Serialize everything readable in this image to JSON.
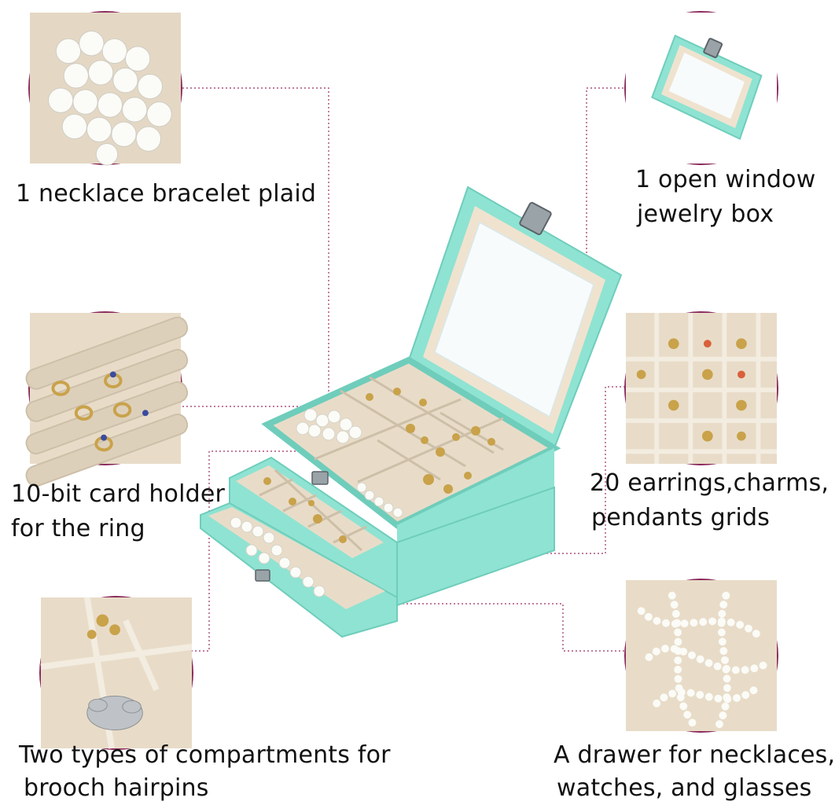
{
  "features": [
    {
      "id": "necklace-bracelet-plaid",
      "text": "1 necklace bracelet plaid"
    },
    {
      "id": "open-window-line1",
      "text": "1 open window"
    },
    {
      "id": "open-window-line2",
      "text": "jewelry box"
    },
    {
      "id": "ring-holder-line1",
      "text": "10-bit card holder"
    },
    {
      "id": "ring-holder-line2",
      "text": "for the ring"
    },
    {
      "id": "earring-grids-line1",
      "text": "20 earrings,charms,"
    },
    {
      "id": "earring-grids-line2",
      "text": "pendants grids"
    },
    {
      "id": "compartments-line1",
      "text": "Two types of compartments for"
    },
    {
      "id": "compartments-line2",
      "text": "brooch hairpins"
    },
    {
      "id": "drawer-line1",
      "text": "A drawer for necklaces,"
    },
    {
      "id": "drawer-line2",
      "text": "watches, and glasses"
    }
  ],
  "colors": {
    "box_teal": "#8fe3d2",
    "box_teal_dark": "#6fcdbb",
    "velvet_beige": "#e8dcc8",
    "leader_line": "#9b2d62",
    "circle_border": "#8a2a5c"
  },
  "icons": [
    "pearl-necklace",
    "jewelry-box",
    "ring-holder",
    "earring-grid",
    "brooch-compartment",
    "pearl-drawer"
  ]
}
